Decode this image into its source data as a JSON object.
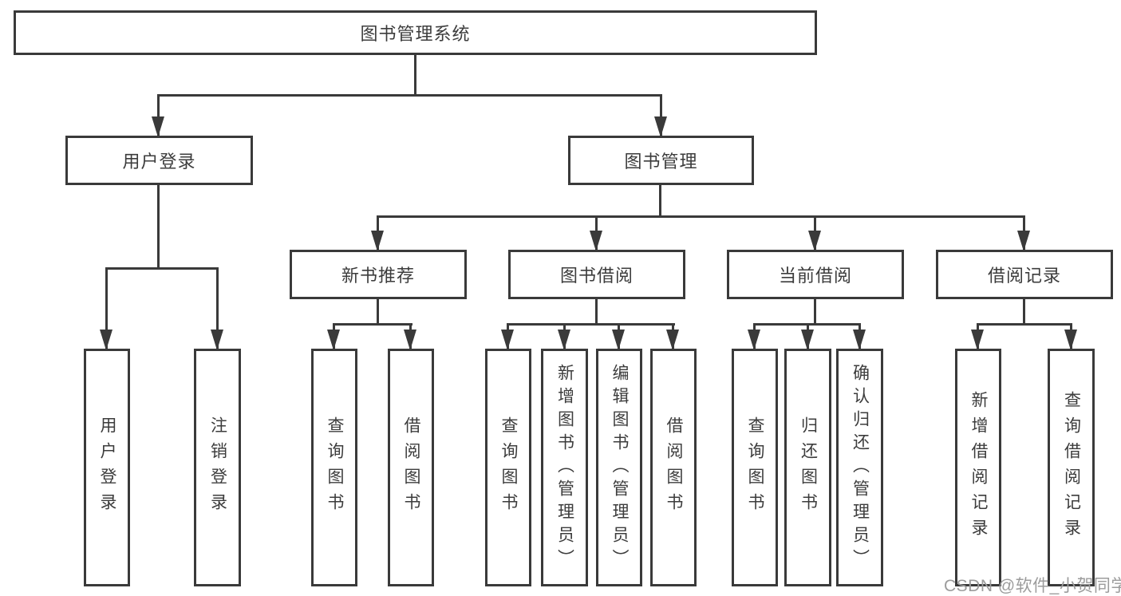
{
  "diagram_type": "hierarchy-tree",
  "colors": {
    "line": "#3a3a3a",
    "box_text": "#3c3c3c",
    "watermark": "#9c9c9c",
    "background": "#ffffff"
  },
  "tree": {
    "root": {
      "label": "图书管理系统",
      "children": [
        {
          "label": "用户登录",
          "children": [
            {
              "label": "用户登录"
            },
            {
              "label": "注销登录"
            }
          ]
        },
        {
          "label": "图书管理",
          "children": [
            {
              "label": "新书推荐",
              "children": [
                {
                  "label": "查询图书"
                },
                {
                  "label": "借阅图书"
                }
              ]
            },
            {
              "label": "图书借阅",
              "children": [
                {
                  "label": "查询图书"
                },
                {
                  "label": "新增图书（管理员）"
                },
                {
                  "label": "编辑图书（管理员）"
                },
                {
                  "label": "借阅图书"
                }
              ]
            },
            {
              "label": "当前借阅",
              "children": [
                {
                  "label": "查询图书"
                },
                {
                  "label": "归还图书"
                },
                {
                  "label": "确认归还（管理员）"
                }
              ]
            },
            {
              "label": "借阅记录",
              "children": [
                {
                  "label": "新增借阅记录"
                },
                {
                  "label": "查询借阅记录"
                }
              ]
            }
          ]
        }
      ]
    }
  },
  "watermark": {
    "text": "CSDN @软件_小贺同学"
  }
}
